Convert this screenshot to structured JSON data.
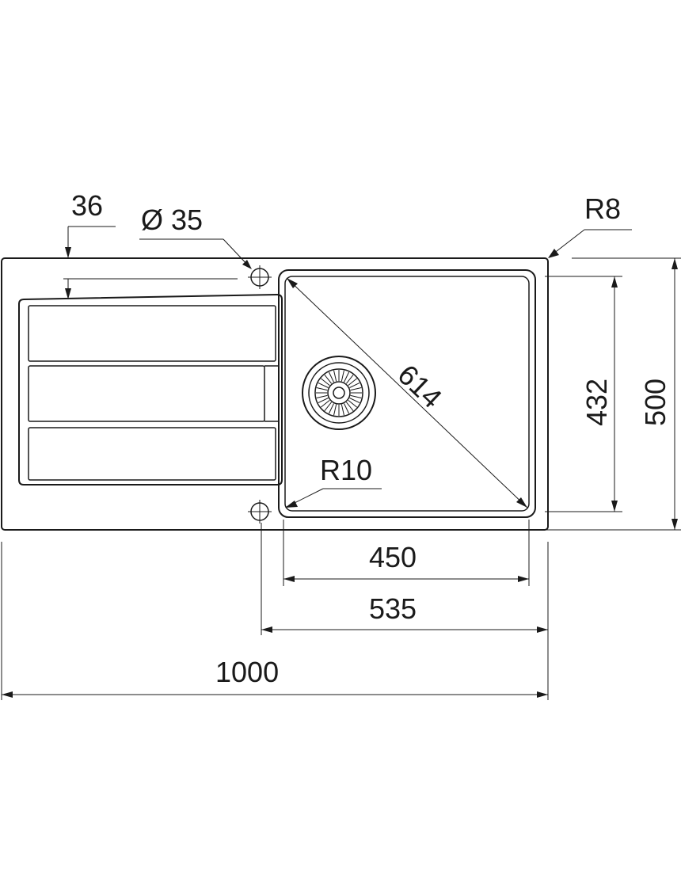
{
  "dimensions": {
    "drainboard_offset": "36",
    "tap_hole_diameter": "Ø 35",
    "corner_radius_outer": "R8",
    "bowl_diagonal": "614",
    "bowl_height": "432",
    "overall_height": "500",
    "bowl_corner_radius": "R10",
    "bowl_width": "450",
    "bowl_section_width": "535",
    "overall_width": "1000"
  },
  "colors": {
    "line": "#1a1a1a",
    "background": "#ffffff"
  }
}
